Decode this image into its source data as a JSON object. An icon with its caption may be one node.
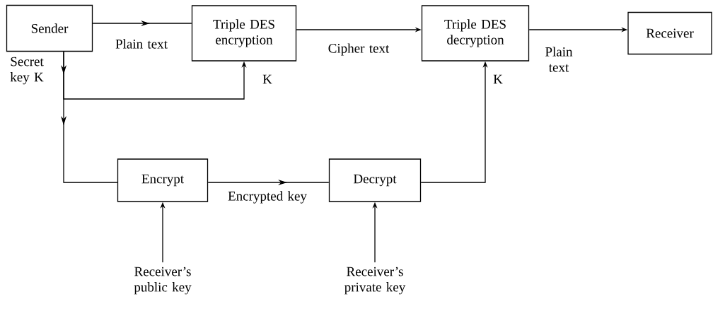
{
  "diagram": {
    "nodes": [
      {
        "text": [
          "Sender"
        ]
      },
      {
        "text": [
          "Triple DES encryption"
        ]
      },
      {
        "text": [
          "Triple DES decryption"
        ]
      },
      {
        "text": [
          "Receiver"
        ]
      },
      {
        "text": [
          "Encrypt"
        ]
      },
      {
        "text": [
          "Decrypt"
        ]
      },
      {
        "text": [
          "Receiver’s public key"
        ]
      },
      {
        "text": [
          "Receiver’s private key"
        ]
      }
    ],
    "edges": [
      {
        "from": 0,
        "to": 1,
        "arrow": "to",
        "label": "Plain text"
      },
      {
        "from": 1,
        "to": 2,
        "arrow": "to",
        "label": "Cipher text"
      },
      {
        "from": 2,
        "to": 3,
        "arrow": "to",
        "label": "Plain text"
      },
      {
        "from": 0,
        "to": 1,
        "arrow": "to",
        "label": "K"
      },
      {
        "from": 0,
        "to": 4,
        "arrow": "to"
      },
      {
        "from": 4,
        "to": 5,
        "arrow": "to",
        "label": "Encrypted key"
      },
      {
        "from": 5,
        "to": 2,
        "arrow": "to",
        "label": "K"
      },
      {
        "from": 6,
        "to": 4,
        "arrow": "to"
      },
      {
        "from": 7,
        "to": 5,
        "arrow": "to"
      }
    ],
    "labels": [
      "Secret key K"
    ]
  }
}
